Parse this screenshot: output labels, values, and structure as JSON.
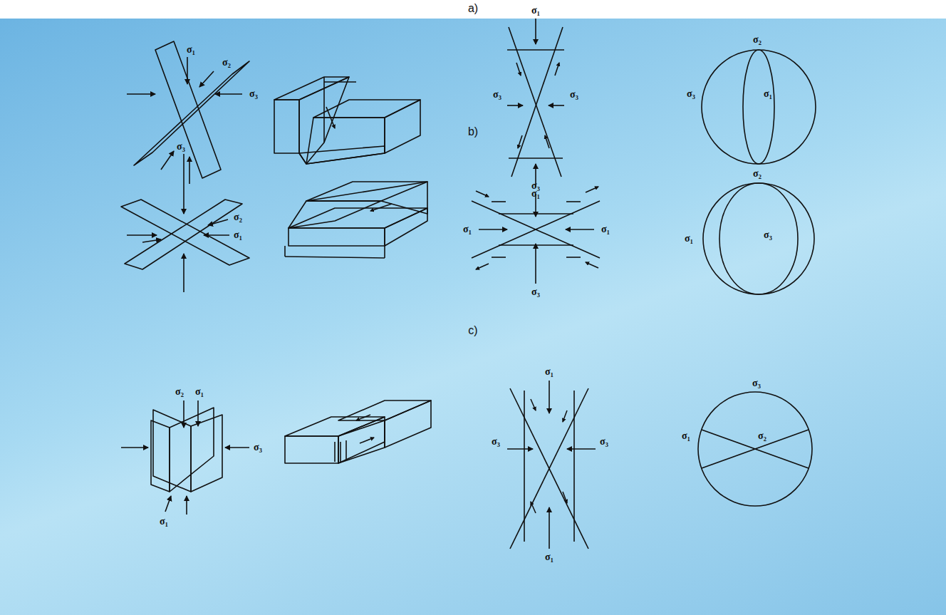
{
  "diagram": {
    "labels": [
      "a)",
      "σ₁",
      "σ₂",
      "σ₃",
      "σ₁",
      "σ₃",
      "σ₃",
      "σ₁",
      "σ₂",
      "σ₃",
      "σ₁",
      "b)",
      "σ₃",
      "σ₂",
      "σ₁",
      "σ₃",
      "σ₁",
      "σ₁",
      "σ₃",
      "σ₂",
      "σ₁",
      "σ₃",
      "c)",
      "σ₂",
      "σ₁",
      "σ₃",
      "σ₁",
      "σ₁",
      "σ₃",
      "σ₃",
      "σ₁",
      "σ₃",
      "σ₁",
      "σ₂"
    ]
  }
}
